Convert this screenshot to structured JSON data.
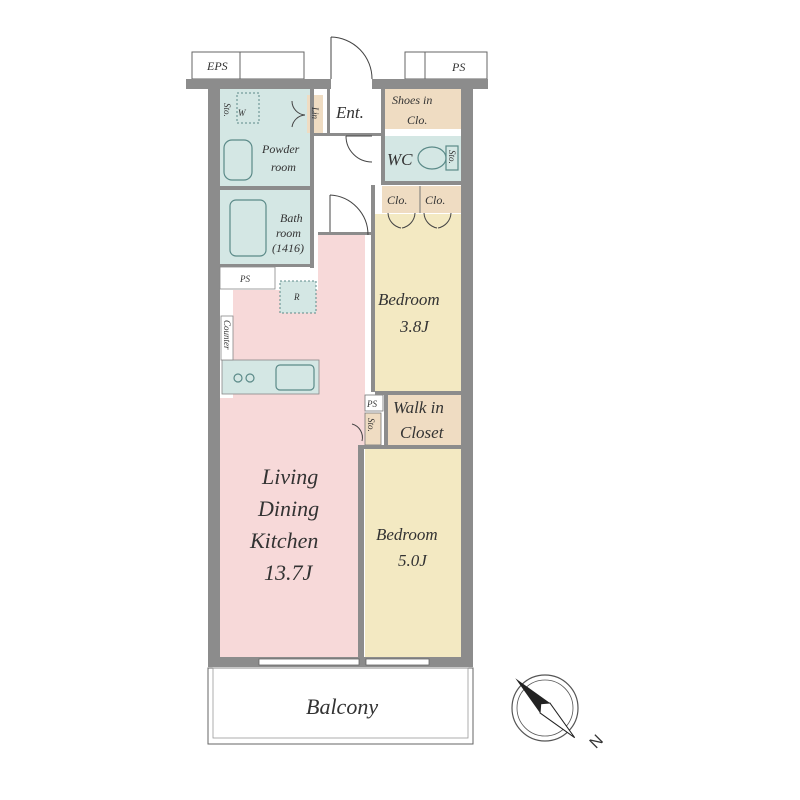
{
  "rooms": {
    "eps": "EPS",
    "ps_top": "PS",
    "entrance": "Ent.",
    "shoes_in_clo": [
      "Shoes in",
      "Clo."
    ],
    "lin": "Lin",
    "sto_top": "Sto.",
    "w": "W",
    "powder_room": [
      "Powder",
      "room"
    ],
    "wc": "WC",
    "sto_wc": "Sto.",
    "clo_1": "Clo.",
    "clo_2": "Clo.",
    "bath_room": [
      "Bath",
      "room",
      "(1416)"
    ],
    "ps_mid": "PS",
    "r": "R",
    "counter": "Counter",
    "bedroom_1": [
      "Bedroom",
      "3.8J"
    ],
    "ps_small": "PS",
    "sto_mid": "Sto.",
    "walk_in_closet": [
      "Walk in",
      "Closet"
    ],
    "ldk": [
      "Living",
      "Dining",
      "Kitchen",
      "13.7J"
    ],
    "bedroom_2": [
      "Bedroom",
      "5.0J"
    ],
    "balcony": "Balcony",
    "north": "N"
  },
  "colors": {
    "ldk": "#f7d9d9",
    "bedroom": "#f3e9c2",
    "wet": "#d4e7e4",
    "closet": "#efdcc2",
    "wall": "#8c8c8c"
  }
}
